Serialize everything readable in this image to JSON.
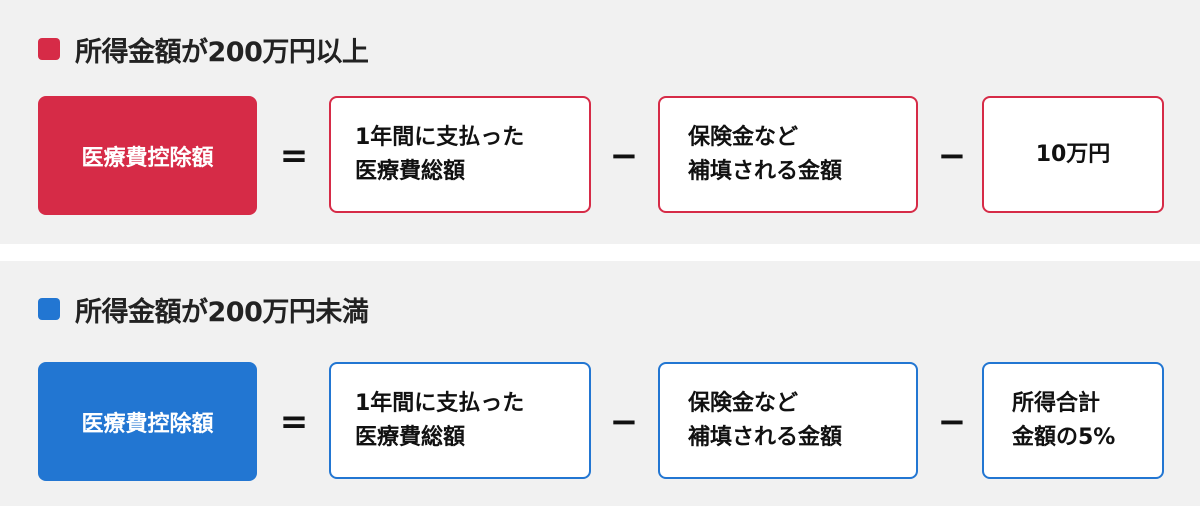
{
  "colors": {
    "red": "#d62b47",
    "blue": "#2276d2",
    "panel_bg": "#f1f1f1",
    "text": "#111111"
  },
  "sections": [
    {
      "heading": "所得金額が200万円以上",
      "marker_color": "#d62b47",
      "formula": {
        "result": "医療費控除額",
        "equals": "=",
        "terms": [
          "1年間に支払った\n医療費総額",
          "保険金など\n補填される金額",
          "10万円"
        ],
        "operators": [
          "−",
          "−"
        ]
      }
    },
    {
      "heading": "所得金額が200万円未満",
      "marker_color": "#2276d2",
      "formula": {
        "result": "医療費控除額",
        "equals": "=",
        "terms": [
          "1年間に支払った\n医療費総額",
          "保険金など\n補填される金額",
          "所得合計\n金額の5%"
        ],
        "operators": [
          "−",
          "−"
        ]
      }
    }
  ]
}
